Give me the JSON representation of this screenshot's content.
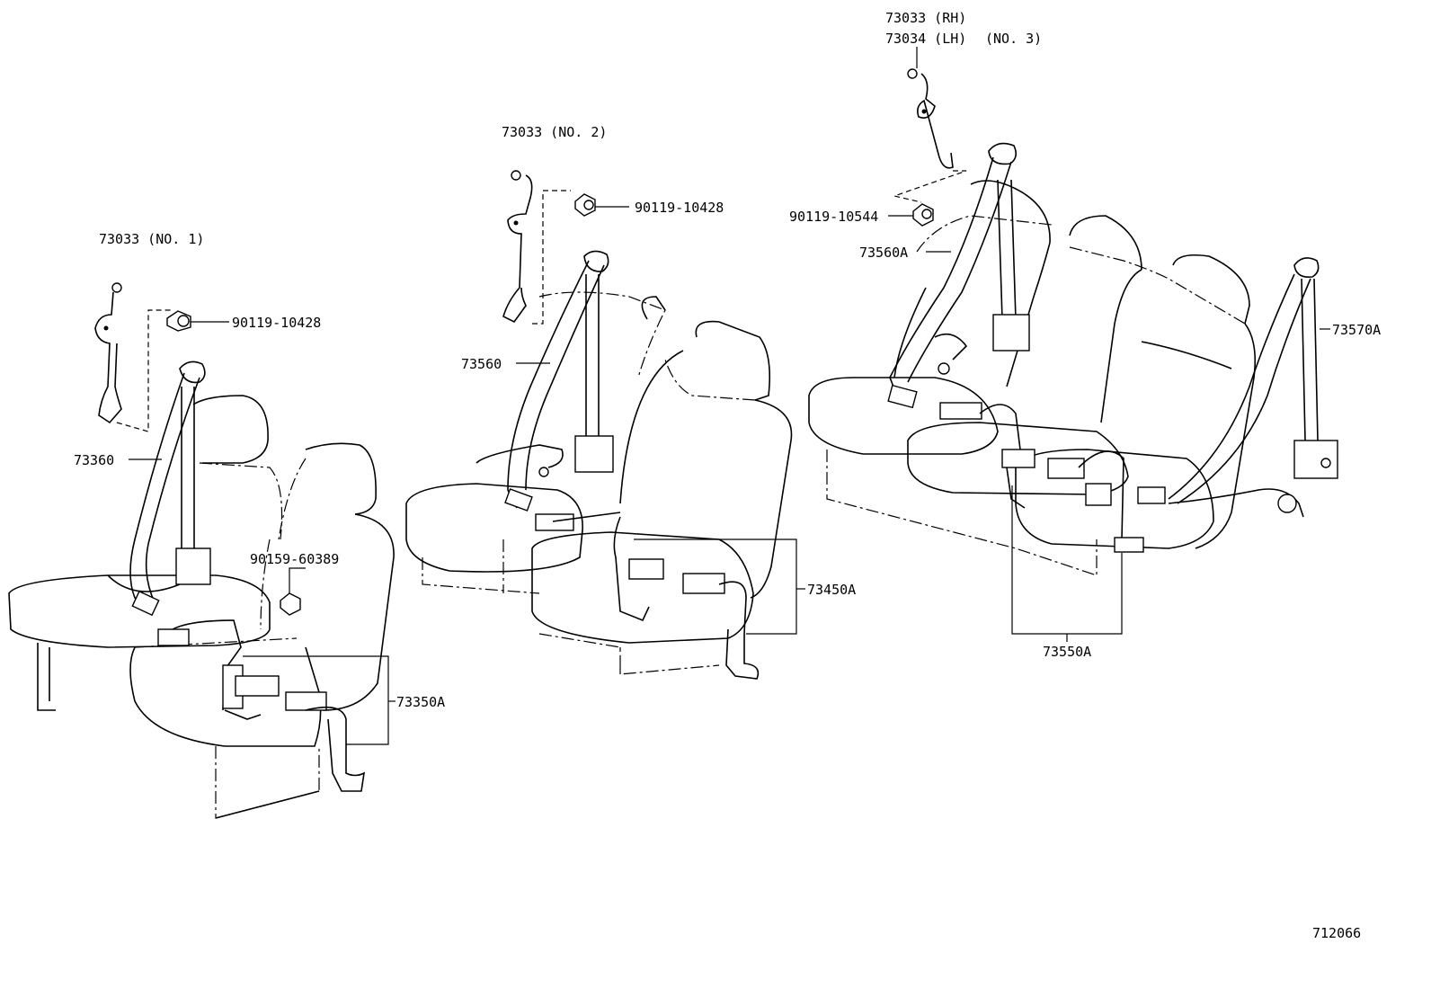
{
  "diagram_id": "712066",
  "labels": {
    "g1_anchor": "73033 (NO. 1)",
    "g1_bolt": "90119-10428",
    "g1_belt": "73360",
    "g1_bolt2": "90159-60389",
    "g1_buckle": "73350A",
    "g2_anchor": "73033 (NO. 2)",
    "g2_bolt": "90119-10428",
    "g2_belt": "73560",
    "g2_buckle": "73450A",
    "g3_anchor_rh": "73033 (RH)",
    "g3_anchor_lh": "73034 (LH)",
    "g3_no": "(NO. 3)",
    "g3_bolt": "90119-10544",
    "g3_belt_left": "73560A",
    "g3_belt_right": "73570A",
    "g3_buckle": "73550A"
  }
}
